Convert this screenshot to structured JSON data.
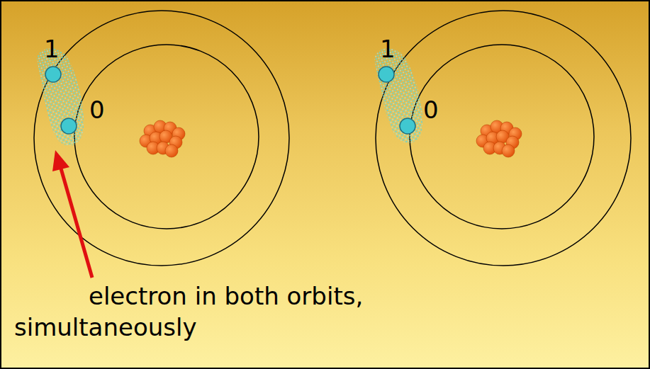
{
  "diagram": {
    "labels": [
      "1",
      "0",
      "1",
      "0",
      "electron in both orbits, simultaneously"
    ]
  }
}
